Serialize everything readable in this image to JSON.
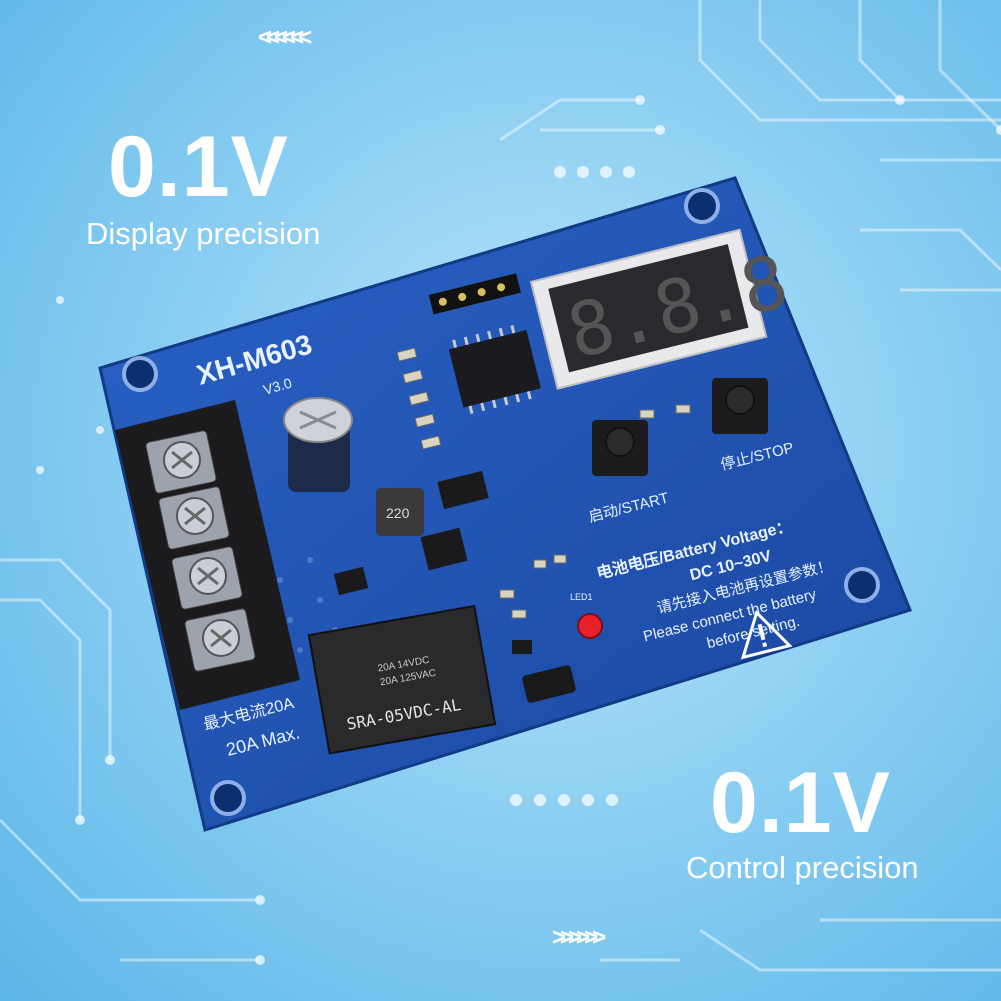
{
  "labels": {
    "top_value": "0.1V",
    "top_caption": "Display precision",
    "bottom_value": "0.1V",
    "bottom_caption": "Control precision"
  },
  "board": {
    "model": "XH-M603",
    "version": "V3.0",
    "display_digits": "8.8.8",
    "start_label": "启动/START",
    "stop_label": "停止/STOP",
    "voltage_title": "电池电压/Battery Voltage：",
    "voltage_range": "DC 10~30V",
    "cn_instruction": "请先接入电池再设置参数！",
    "en_instruction_1": "Please connect the battery",
    "en_instruction_2": "before setting.",
    "current_cn": "最大电流20A",
    "current_en": "20A Max.",
    "relay_model": "SRA-05VDC-AL",
    "relay_rating_1": "20A 14VDC",
    "relay_rating_2": "20A 125VAC",
    "inductor": "220",
    "led_label": "LED1"
  },
  "colors": {
    "pcb": "#1d4fb3",
    "pcb_edge": "#143e93",
    "led": "#e8202a",
    "text": "#ffffff"
  },
  "icons": [
    "chevron-right-icon",
    "warning-triangle-icon",
    "screw-terminal-icon"
  ]
}
